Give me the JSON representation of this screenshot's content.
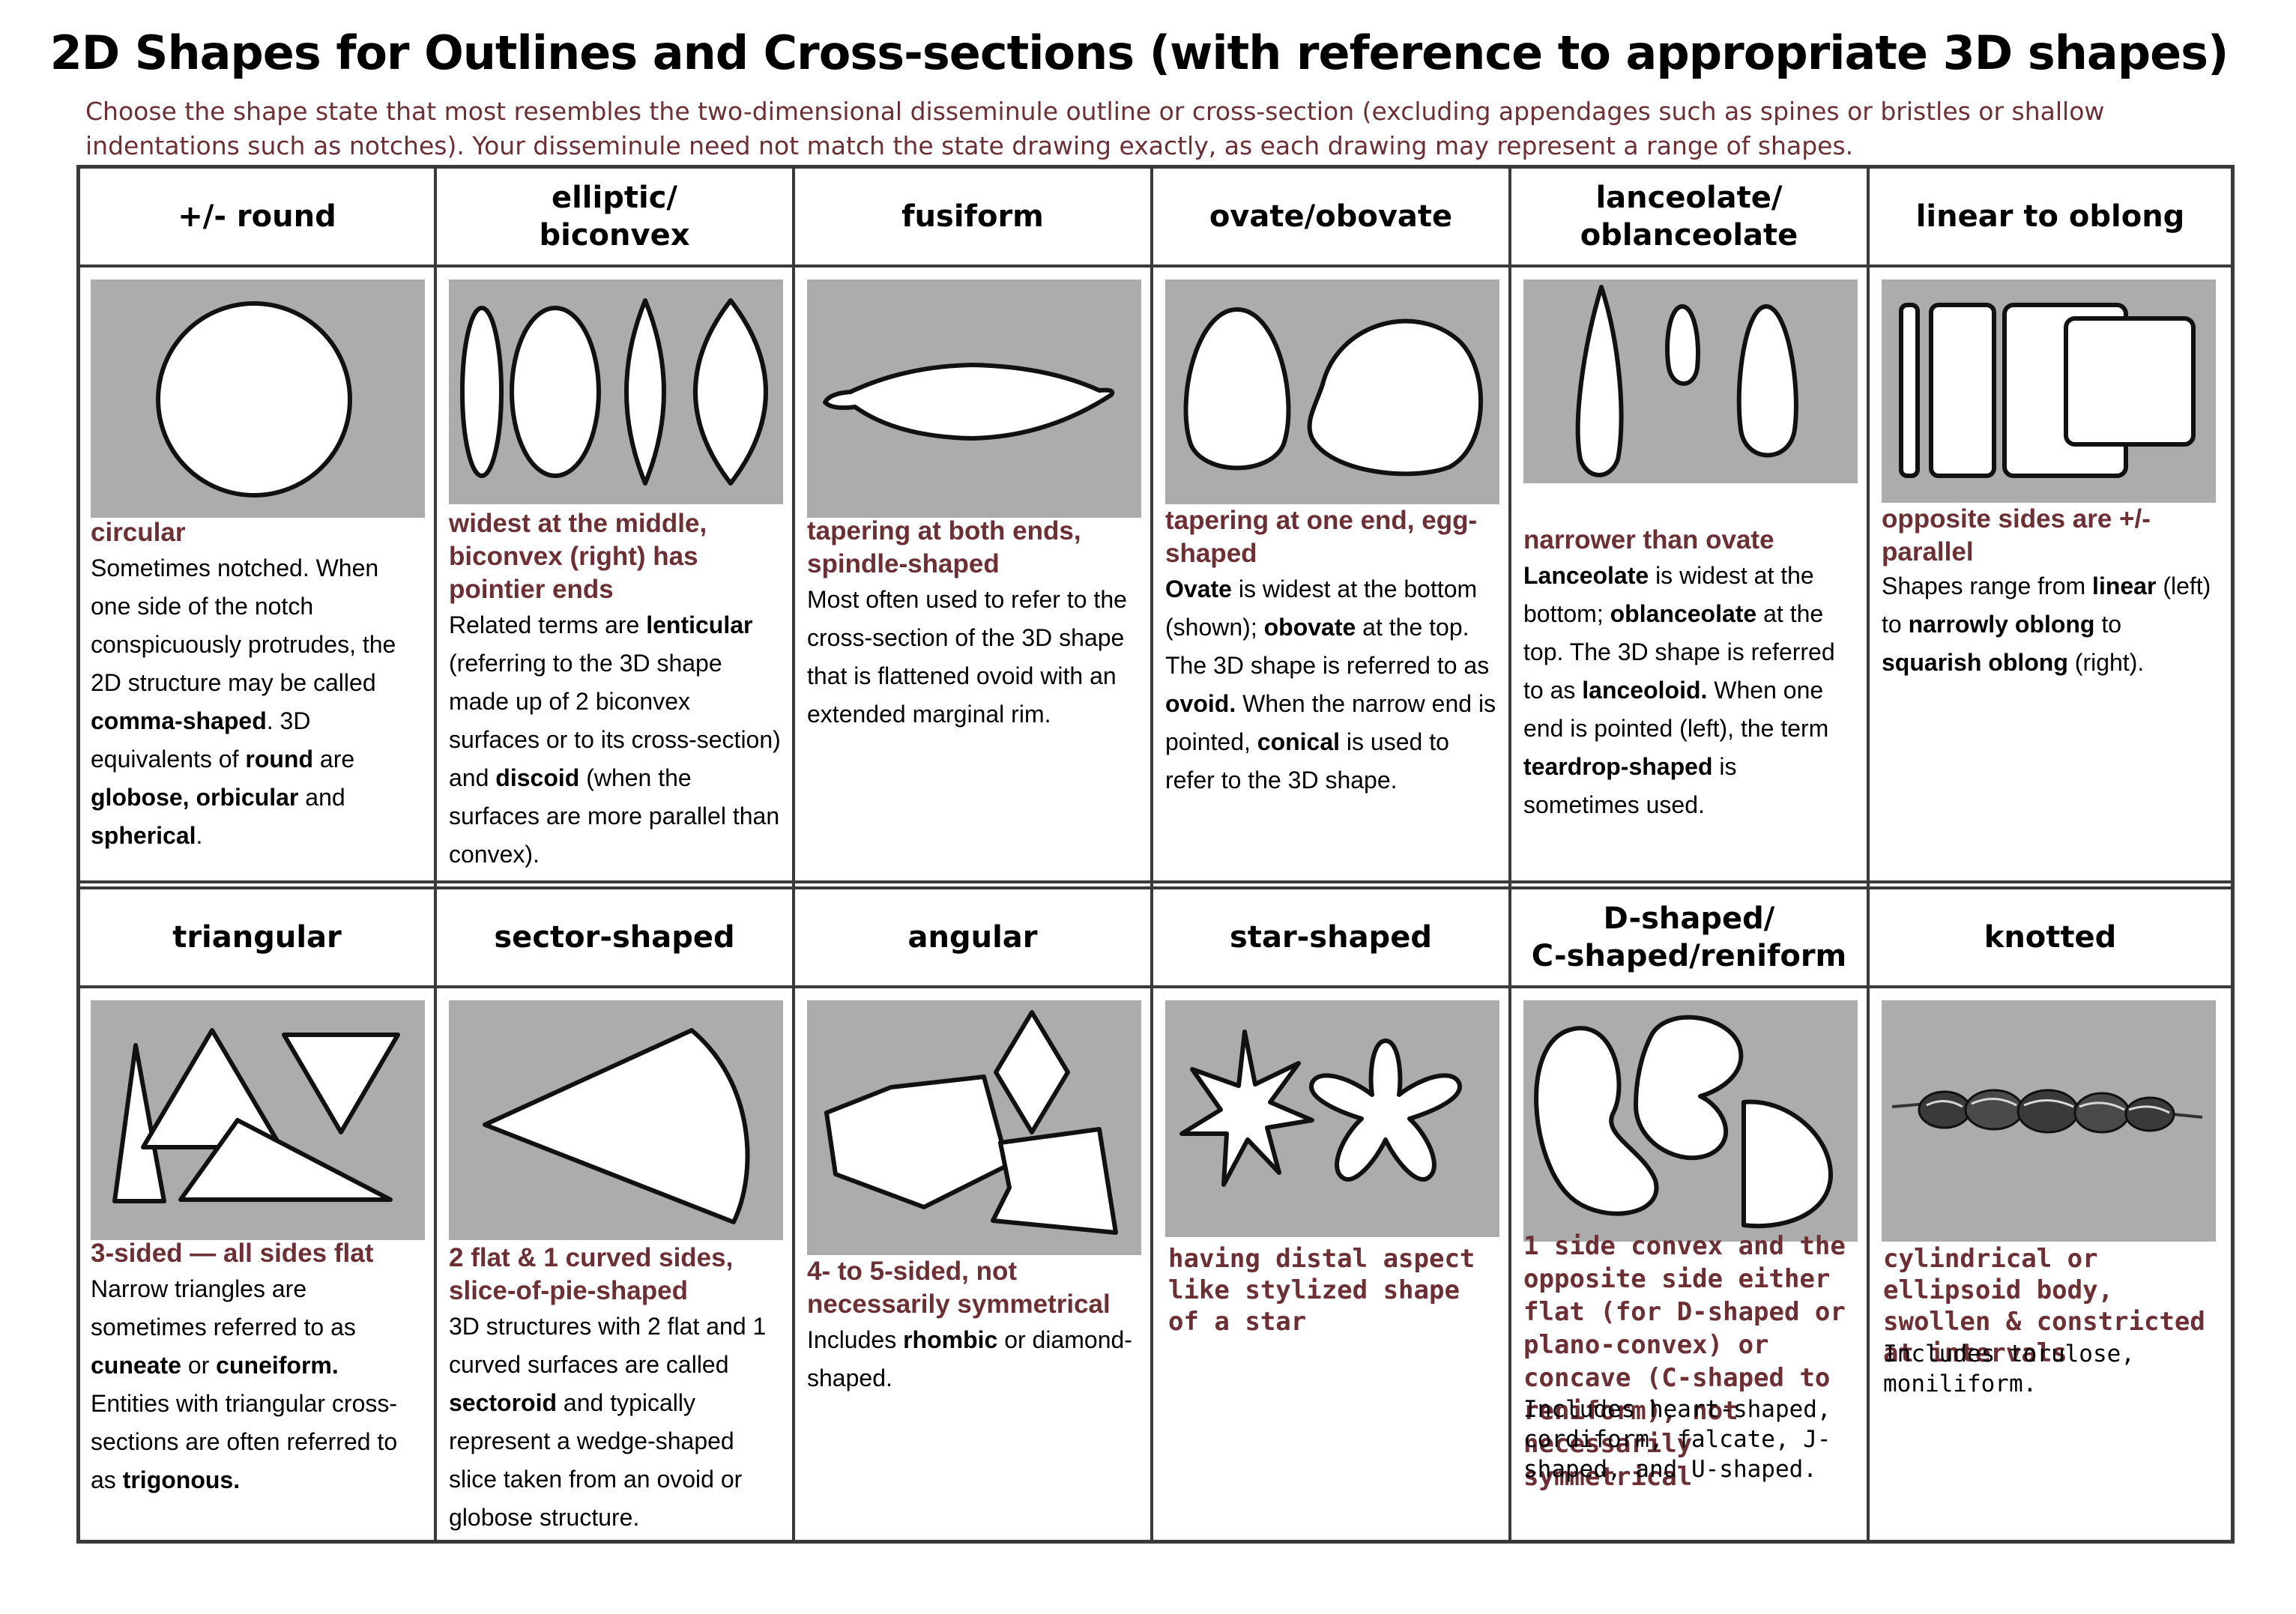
{
  "title": "2D Shapes for Outlines and Cross-sections (with reference to appropriate 3D shapes)",
  "intro": "Choose the shape state that most resembles the two-dimensional disseminule outline or cross-section (excluding appendages such as spines or bristles or shallow indentations such as notches). Your disseminule need not match the state drawing exactly, as each drawing may represent a range of shapes.",
  "row1": [
    {
      "header": "+/- round",
      "lead": "circular",
      "body": [
        [
          "Sometimes notched. When one side of the notch conspicuously protrudes, the 2D structure may be called "
        ],
        [
          "comma-shaped",
          "b"
        ],
        [
          ". 3D equivalents of "
        ],
        [
          "round",
          "b"
        ],
        [
          " are "
        ],
        [
          "globose, orbicular",
          "b"
        ],
        [
          " and "
        ],
        [
          "spherical",
          "b"
        ],
        [
          "."
        ]
      ]
    },
    {
      "header": "elliptic/\nbiconvex",
      "lead": "widest at the middle, biconvex (right) has pointier ends",
      "body": [
        [
          "Related terms are "
        ],
        [
          "lenticular",
          "b"
        ],
        [
          " (referring to the 3D shape made up of 2 biconvex surfaces or to its cross-section) and "
        ],
        [
          "discoid",
          "b"
        ],
        [
          " (when the surfaces are more parallel than convex)."
        ]
      ]
    },
    {
      "header": "fusiform",
      "lead": "tapering at both ends, spindle-shaped",
      "body": [
        [
          "Most often used to refer to the cross-section of the 3D shape that is flattened ovoid with an extended marginal rim."
        ]
      ]
    },
    {
      "header": "ovate/obovate",
      "lead": "tapering at one end, egg-shaped",
      "body": [
        [
          "Ovate",
          "b"
        ],
        [
          " is widest at the bottom (shown); "
        ],
        [
          "obovate",
          "b"
        ],
        [
          " at the top. The 3D shape is referred to as "
        ],
        [
          "ovoid.",
          "b"
        ],
        [
          " When the narrow end is pointed, "
        ],
        [
          "conical",
          "b"
        ],
        [
          " is used to refer to the 3D shape."
        ]
      ]
    },
    {
      "header": "lanceolate/\noblanceolate",
      "lead": "narrower than ovate",
      "body": [
        [
          "Lanceolate",
          "b"
        ],
        [
          " is widest at the bottom; "
        ],
        [
          "oblanceolate",
          "b"
        ],
        [
          " at the top. The 3D shape is referred to as "
        ],
        [
          "lanceoloid.",
          "b"
        ],
        [
          " When one end is pointed (left), the term "
        ],
        [
          "teardrop-shaped",
          "b"
        ],
        [
          " is sometimes used."
        ]
      ]
    },
    {
      "header": "linear to oblong",
      "lead": "opposite sides are +/- parallel",
      "body": [
        [
          "Shapes range from "
        ],
        [
          "linear",
          "b"
        ],
        [
          " (left) to "
        ],
        [
          "narrowly oblong",
          "b"
        ],
        [
          " to "
        ],
        [
          "squarish oblong",
          "b"
        ],
        [
          " (right)."
        ]
      ]
    }
  ],
  "row2": [
    {
      "header": "triangular",
      "lead": "3-sided — all sides flat",
      "body": [
        [
          "Narrow triangles are sometimes referred to as "
        ],
        [
          "cuneate",
          "b"
        ],
        [
          " or "
        ],
        [
          "cuneiform.",
          "b"
        ],
        [
          " Entities with triangular cross-sections are often referred to as "
        ],
        [
          "trigonous.",
          "b"
        ]
      ]
    },
    {
      "header": "sector-shaped",
      "lead": "2 flat & 1 curved sides, slice-of-pie-shaped",
      "body": [
        [
          "3D structures with 2 flat and 1 curved surfaces are called "
        ],
        [
          "sectoroid",
          "b"
        ],
        [
          " and typically represent a wedge-shaped slice taken from an ovoid or globose structure."
        ]
      ]
    },
    {
      "header": "angular",
      "lead": "4- to 5-sided, not necessarily symmetrical",
      "body": [
        [
          "Includes "
        ],
        [
          "rhombic",
          "b"
        ],
        [
          " or diamond-shaped."
        ]
      ]
    },
    {
      "header": "star-shaped",
      "lead": "having distal aspect like stylized shape of a star",
      "body": []
    },
    {
      "header": "D-shaped/\nC-shaped/reniform",
      "lead": "1 side convex and the opposite side either flat (for D-shaped or plano-convex) or concave (C-shaped to reniform), not necessarily symmetrical",
      "body": [
        [
          "Includes heart-shaped, cordiform, falcate, J-shaped, and U-shaped."
        ]
      ]
    },
    {
      "header": "knotted",
      "lead": "cylindrical or ellipsoid body, swollen & constricted at intervals",
      "body": [
        [
          "Includes torulose, moniliform."
        ]
      ]
    }
  ]
}
